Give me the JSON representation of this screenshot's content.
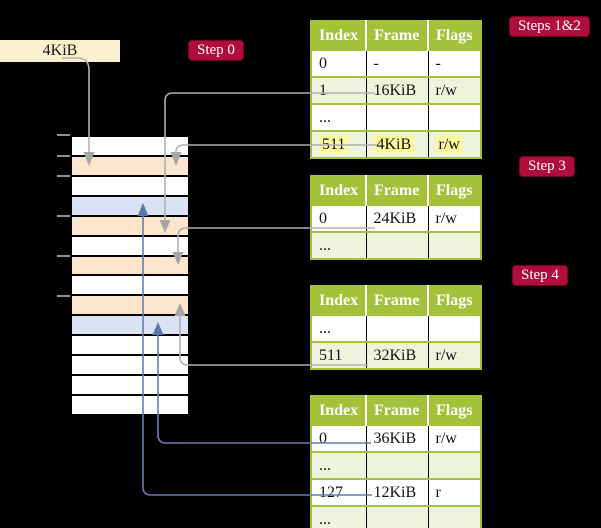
{
  "frame_label": {
    "text": "4KiB"
  },
  "badges": {
    "step0": "Step 0",
    "steps12": "Steps 1&2",
    "step3": "Step 3",
    "step4": "Step 4"
  },
  "memory": {
    "fills": [
      "white",
      "peach",
      "white",
      "blue",
      "peach",
      "white",
      "peach",
      "white",
      "peach",
      "blue",
      "white",
      "white",
      "white",
      "white"
    ]
  },
  "tables": {
    "t1": {
      "header": [
        "Index",
        "Frame",
        "Flags"
      ],
      "rows": [
        [
          "0",
          "-",
          "-"
        ],
        [
          "1",
          "16KiB",
          "r/w"
        ],
        [
          "...",
          "",
          ""
        ],
        [
          "511",
          "4KiB",
          "r/w"
        ]
      ]
    },
    "t2": {
      "header": [
        "Index",
        "Frame",
        "Flags"
      ],
      "rows": [
        [
          "0",
          "24KiB",
          "r/w"
        ],
        [
          "...",
          "",
          ""
        ]
      ]
    },
    "t3": {
      "header": [
        "Index",
        "Frame",
        "Flags"
      ],
      "rows": [
        [
          "...",
          "",
          ""
        ],
        [
          "511",
          "32KiB",
          "r/w"
        ]
      ]
    },
    "t4": {
      "header": [
        "Index",
        "Frame",
        "Flags"
      ],
      "rows": [
        [
          "0",
          "36KiB",
          "r/w"
        ],
        [
          "...",
          "",
          ""
        ],
        [
          "127",
          "12KiB",
          "r"
        ],
        [
          "...",
          "",
          ""
        ]
      ]
    }
  },
  "colors": {
    "table_header_green": "#a3c139",
    "row_light_green": "#eef3dc",
    "memory_table_peach": "#fce5cd",
    "memory_page_blue": "#dae3f4",
    "frame_label_cream": "#faf0cc",
    "highlight_yellow": "#fdf79e",
    "badge_red": "#b00d3d",
    "connector_gray": "#b0b0b0",
    "connector_blue": "#647eb4"
  }
}
